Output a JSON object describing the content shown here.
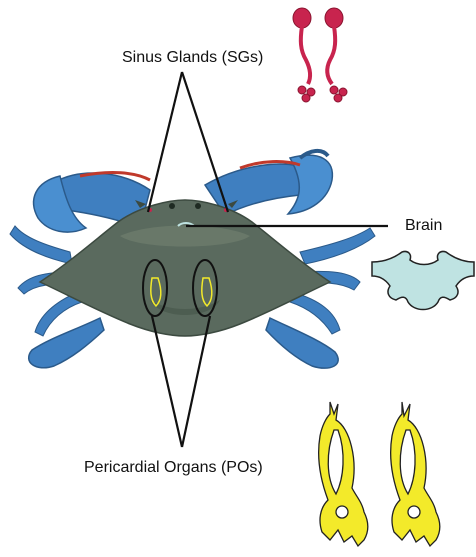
{
  "labels": {
    "sinus_glands": "Sinus Glands (SGs)",
    "brain": "Brain",
    "pericardial_organs": "Pericardial Organs (POs)"
  },
  "icons": {
    "sinus_glands": "sinus-glands-icon",
    "brain": "brain-icon",
    "pericardial_organs": "pericardial-organs-icon",
    "specimen": "blue-crab-photo"
  },
  "colors": {
    "sinus_glands": "#c8244e",
    "brain": "#bfe3e2",
    "pericardial_organs": "#f3ea2a",
    "crab_shell": "#5a6a5e",
    "crab_legs": "#3f7fc0",
    "lines": "#111111"
  }
}
